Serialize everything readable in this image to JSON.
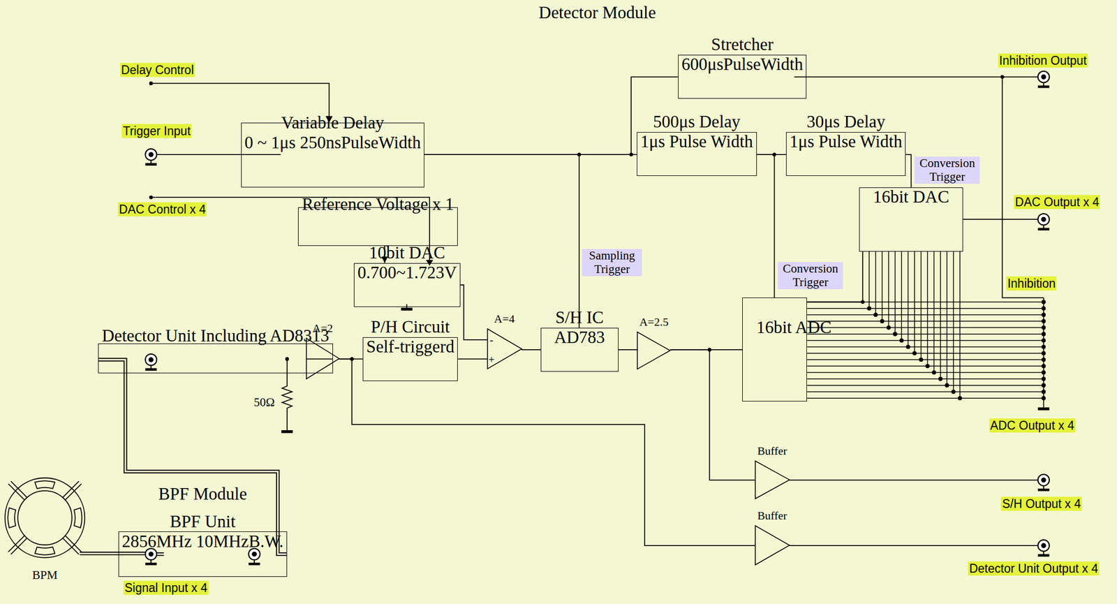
{
  "diagram": {
    "nodes": [
      {
        "text": [
          "Detector Module"
        ]
      },
      {
        "text": [
          "Stretcher",
          "600μsPulseWidth"
        ],
        "in": 0
      },
      {
        "text": [
          "Variable Delay",
          "0 ~ 1μs 250nsPulseWidth"
        ],
        "in": 0
      },
      {
        "text": [
          "500μs Delay",
          "1μs Pulse Width"
        ],
        "in": 0
      },
      {
        "text": [
          "30μs Delay",
          "1μs Pulse Width"
        ],
        "in": 0
      },
      {
        "text": [
          "16bit DAC"
        ],
        "in": 0
      },
      {
        "text": [
          "Reference Voltage x 1"
        ],
        "in": 0
      },
      {
        "text": [
          "10bit DAC",
          "0.700~1.723V"
        ],
        "in": 0
      },
      {
        "text": [
          "Detector Unit Including AD8313"
        ],
        "in": 0
      },
      {
        "text": [
          "A=2"
        ],
        "in": 0
      },
      {
        "text": [
          "P/H Circuit",
          "Self-triggerd"
        ],
        "in": 0
      },
      {
        "text": [
          "A=4"
        ],
        "in": 0
      },
      {
        "text": [
          "S/H IC",
          "AD783"
        ],
        "in": 0
      },
      {
        "text": [
          "A=2.5"
        ],
        "in": 0
      },
      {
        "text": [
          "16bit ADC"
        ],
        "in": 0
      },
      {
        "text": [
          "Buffer"
        ],
        "in": 0
      },
      {
        "text": [
          "Buffer"
        ],
        "in": 0
      },
      {
        "text": [
          "BPF Module"
        ]
      },
      {
        "text": [
          "BPF Unit",
          "2856MHz 10MHzB.W."
        ],
        "in": 17
      }
    ],
    "edges": [
      {
        "from": 2,
        "to": 1,
        "arrow": "none"
      },
      {
        "from": 2,
        "to": 3,
        "arrow": "none"
      },
      {
        "from": 2,
        "to": 12,
        "arrow": "none"
      },
      {
        "from": 3,
        "to": 4,
        "arrow": "none"
      },
      {
        "from": 3,
        "to": 14,
        "arrow": "none"
      },
      {
        "from": 4,
        "to": 5,
        "arrow": "none"
      },
      {
        "from": 6,
        "to": 7,
        "arrow": "to"
      },
      {
        "from": 7,
        "to": 11,
        "arrow": "none"
      },
      {
        "from": 8,
        "to": 9,
        "arrow": "none"
      },
      {
        "from": 9,
        "to": 10,
        "arrow": "none"
      },
      {
        "from": 9,
        "to": 16,
        "arrow": "none"
      },
      {
        "from": 10,
        "to": 11,
        "arrow": "none"
      },
      {
        "from": 11,
        "to": 12,
        "arrow": "none"
      },
      {
        "from": 12,
        "to": 13,
        "arrow": "none"
      },
      {
        "from": 13,
        "to": 14,
        "arrow": "none"
      },
      {
        "from": 13,
        "to": 15,
        "arrow": "none"
      },
      {
        "from": 14,
        "to": 5,
        "arrow": "none"
      },
      {
        "from": 18,
        "to": 8,
        "arrow": "none"
      }
    ],
    "labels": [
      "Delay Control",
      "Trigger Input",
      "DAC Control x 4",
      "Inhibition Output",
      "DAC Output x 4",
      "Inhibition",
      "ADC Output x 4",
      "S/H Output x 4",
      "Detector Unit Output x 4",
      "Signal Input x 4",
      "BPM",
      "Sampling Trigger",
      "Conversion Trigger",
      "Conversion Trigger",
      "50Ω",
      "-",
      "+"
    ]
  }
}
